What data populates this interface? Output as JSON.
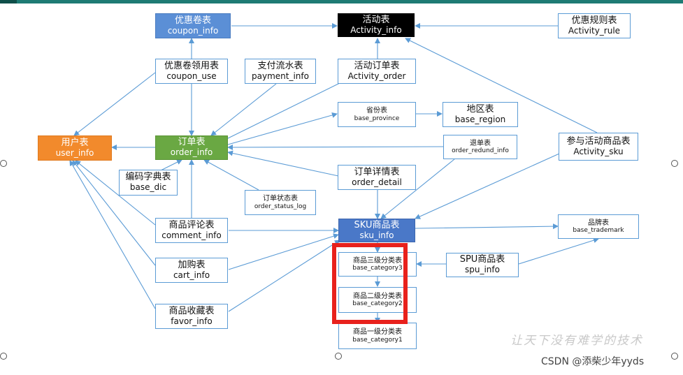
{
  "tables": {
    "coupon_info": {
      "cn": "优惠卷表",
      "en": "coupon_info"
    },
    "activity_info": {
      "cn": "活动表",
      "en": "Activity_info"
    },
    "activity_rule": {
      "cn": "优惠规则表",
      "en": "Activity_rule"
    },
    "coupon_use": {
      "cn": "优惠卷领用表",
      "en": "coupon_use"
    },
    "payment_info": {
      "cn": "支付流水表",
      "en": "payment_info"
    },
    "activity_order": {
      "cn": "活动订单表",
      "en": "Activity_order"
    },
    "base_province": {
      "cn": "省份表",
      "en": "base_province"
    },
    "base_region": {
      "cn": "地区表",
      "en": "base_region"
    },
    "user_info": {
      "cn": "用户表",
      "en": "user_info"
    },
    "order_info": {
      "cn": "订单表",
      "en": "order_info"
    },
    "order_refund_info": {
      "cn": "退单表",
      "en": "order_redund_info"
    },
    "activity_sku": {
      "cn": "参与活动商品表",
      "en": "Activity_sku"
    },
    "base_dic": {
      "cn": "编码字典表",
      "en": "base_dic"
    },
    "order_detail": {
      "cn": "订单详情表",
      "en": "order_detail"
    },
    "order_status_log": {
      "cn": "订单状态表",
      "en": "order_status_log"
    },
    "comment_info": {
      "cn": "商品评论表",
      "en": "comment_info"
    },
    "sku_info": {
      "cn": "SKU商品表",
      "en": "sku_info"
    },
    "base_trademark": {
      "cn": "品牌表",
      "en": "base_trademark"
    },
    "cart_info": {
      "cn": "加购表",
      "en": "cart_info"
    },
    "base_category3": {
      "cn": "商品三级分类表",
      "en": "base_category3"
    },
    "spu_info": {
      "cn": "SPU商品表",
      "en": "spu_info"
    },
    "base_category2": {
      "cn": "商品二级分类表",
      "en": "base_category2"
    },
    "favor_info": {
      "cn": "商品收藏表",
      "en": "favor_info"
    },
    "base_category1": {
      "cn": "商品一级分类表",
      "en": "base_category1"
    }
  },
  "colors": {
    "edge": "#5b9bd5",
    "highlight": "#e8211c",
    "topbar": "#1e7b74"
  },
  "watermark": "让天下没有难学的技术",
  "credit": "CSDN @添柴少年yyds"
}
